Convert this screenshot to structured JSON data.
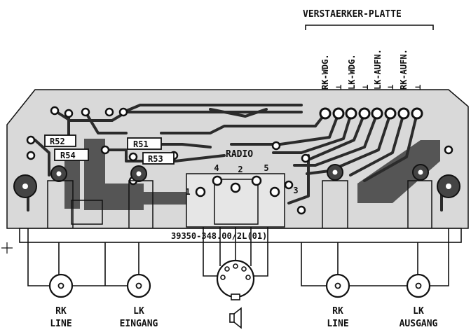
{
  "title": "VERSTAERKER-PLATTE",
  "board_code": "39350-348.00/2L(01)",
  "radio_label": "RADIO",
  "pin_labels": [
    "1",
    "2",
    "3",
    "4",
    "5"
  ],
  "resistors": [
    "R52",
    "R54",
    "R51",
    "R53"
  ],
  "amp_pins": [
    "RK-WDG.",
    "⊥",
    "LK-WDG.",
    "⊥",
    "LK-AUFN.",
    "⊥",
    "RK-AUFN.",
    "⊥"
  ],
  "connectors": [
    {
      "line1": "RK",
      "line2": "LINE"
    },
    {
      "line1": "LK",
      "line2": "EINGANG"
    },
    {
      "line1": "RK",
      "line2": "LINE"
    },
    {
      "line1": "LK",
      "line2": "AUSGANG"
    }
  ],
  "colors": {
    "board": "#8a8a8a",
    "trace": "#2b2b2b",
    "ink": "#111111",
    "pad": "#3a3a3a"
  }
}
